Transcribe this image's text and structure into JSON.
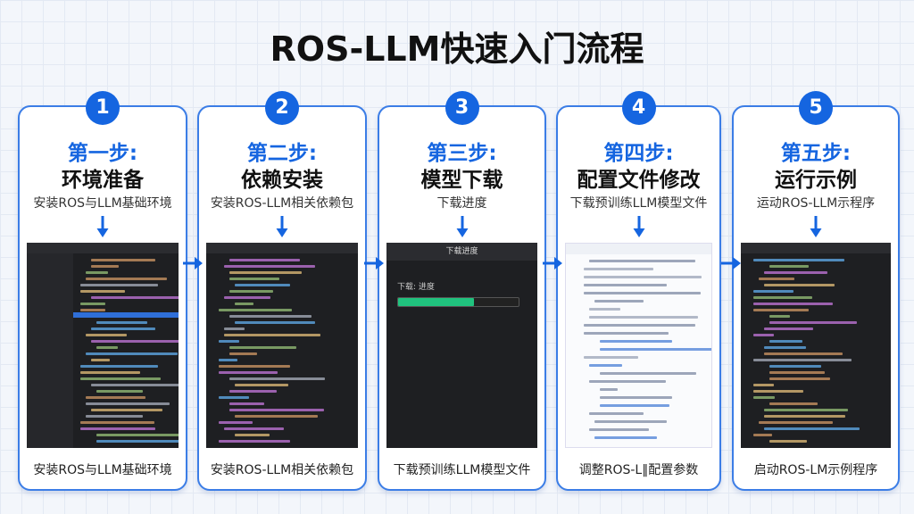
{
  "title": "ROS-LLM快速入门流程",
  "colors": {
    "accent": "#1565e0",
    "progress": "#20c27e"
  },
  "steps": [
    {
      "num": "1",
      "step": "第一步:",
      "name": "环境准备",
      "sub": "安装ROS与LLM基础环境",
      "caption": "安装ROS与LLM基础环境",
      "shot": "dark-ide"
    },
    {
      "num": "2",
      "step": "第二步:",
      "name": "依赖安装",
      "sub": "安装ROS-LLM相关依赖包",
      "caption": "安装ROS-LLM相关依赖包",
      "shot": "dark-code"
    },
    {
      "num": "3",
      "step": "第三步:",
      "name": "模型下载",
      "sub": "下载进度",
      "caption": "下载预训练LLM模型文件",
      "shot": "progress",
      "progress": {
        "title": "下载进度",
        "label": "下载: 进度",
        "value": 0.63
      }
    },
    {
      "num": "4",
      "step": "第四步:",
      "name": "配置文件修改",
      "sub": "下载预训练LLM模型文件",
      "caption": "调整ROS-L‖配置参数",
      "shot": "light-doc"
    },
    {
      "num": "5",
      "step": "第五步:",
      "name": "运行示例",
      "sub": "运动ROS-LLM示程序",
      "caption": "启动ROS-LM示例程序",
      "shot": "dark-code"
    }
  ]
}
